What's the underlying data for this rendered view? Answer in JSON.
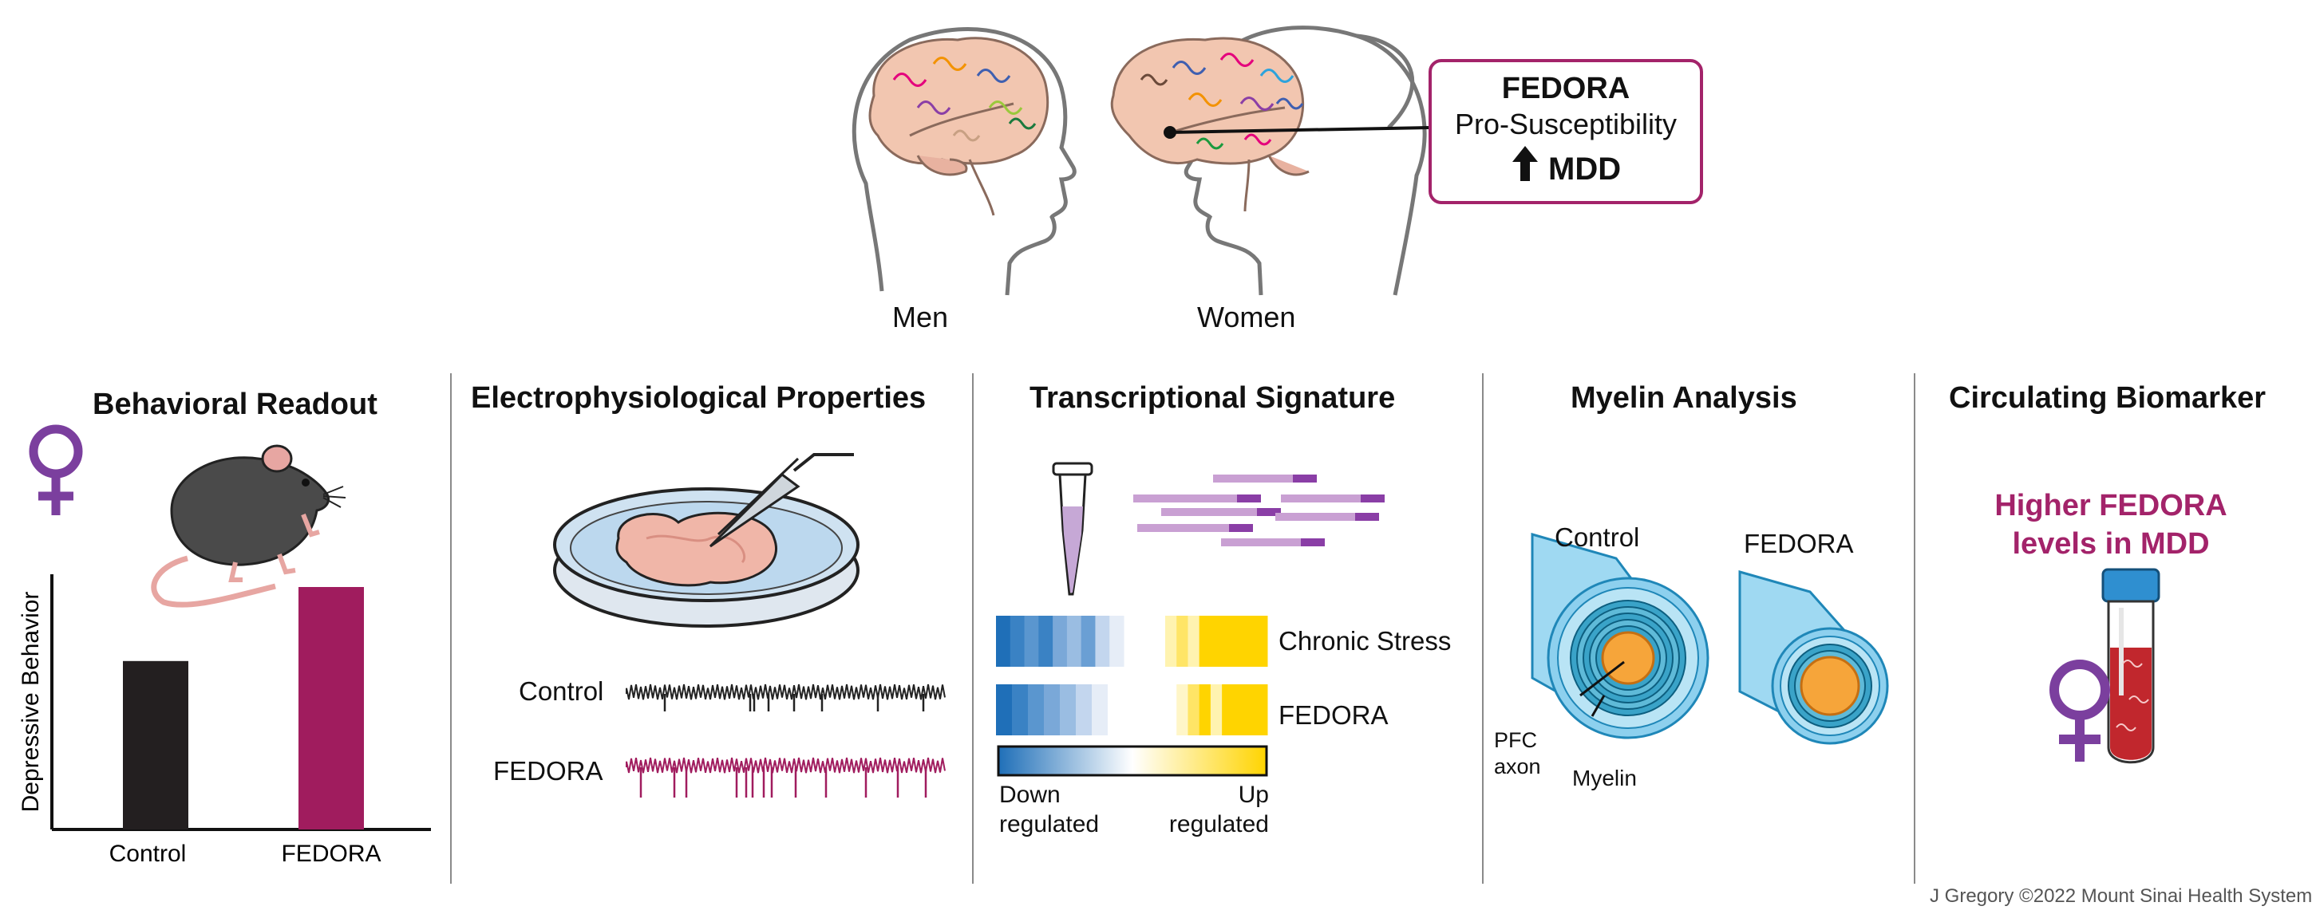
{
  "top": {
    "men_label": "Men",
    "women_label": "Women",
    "callout": {
      "line1": "FEDORA",
      "line2": "Pro-Susceptibility",
      "line3": "MDD",
      "border_color": "#a3236a"
    }
  },
  "panels": {
    "behavioral": {
      "title": "Behavioral Readout",
      "chart_data": {
        "type": "bar",
        "categories": [
          "Control",
          "FEDORA"
        ],
        "values": [
          0.66,
          0.95
        ],
        "ylabel": "Depressive Behavior",
        "ylim": [
          0,
          1
        ],
        "colors": [
          "#231f20",
          "#a01c5e"
        ]
      }
    },
    "electro": {
      "title": "Electrophysiological Properties",
      "control_label": "Control",
      "fedora_label": "FEDORA"
    },
    "transcription": {
      "title": "Transcriptional Signature",
      "row1_label": "Chronic Stress",
      "row2_label": "FEDORA",
      "scale_left": [
        "Down",
        "regulated"
      ],
      "scale_right": [
        "Up",
        "regulated"
      ],
      "down_color": "#1f6fb8",
      "up_color": "#ffd400"
    },
    "myelin": {
      "title": "Myelin Analysis",
      "control_label": "Control",
      "fedora_label": "FEDORA",
      "axon_label": [
        "PFC",
        "axon"
      ],
      "myelin_label": "Myelin"
    },
    "biomarker": {
      "title": "Circulating Biomarker",
      "statement": [
        "Higher FEDORA",
        "levels in MDD"
      ],
      "statement_color": "#a3236a"
    }
  },
  "credit": "J Gregory  ©2022 Mount Sinai Health System"
}
